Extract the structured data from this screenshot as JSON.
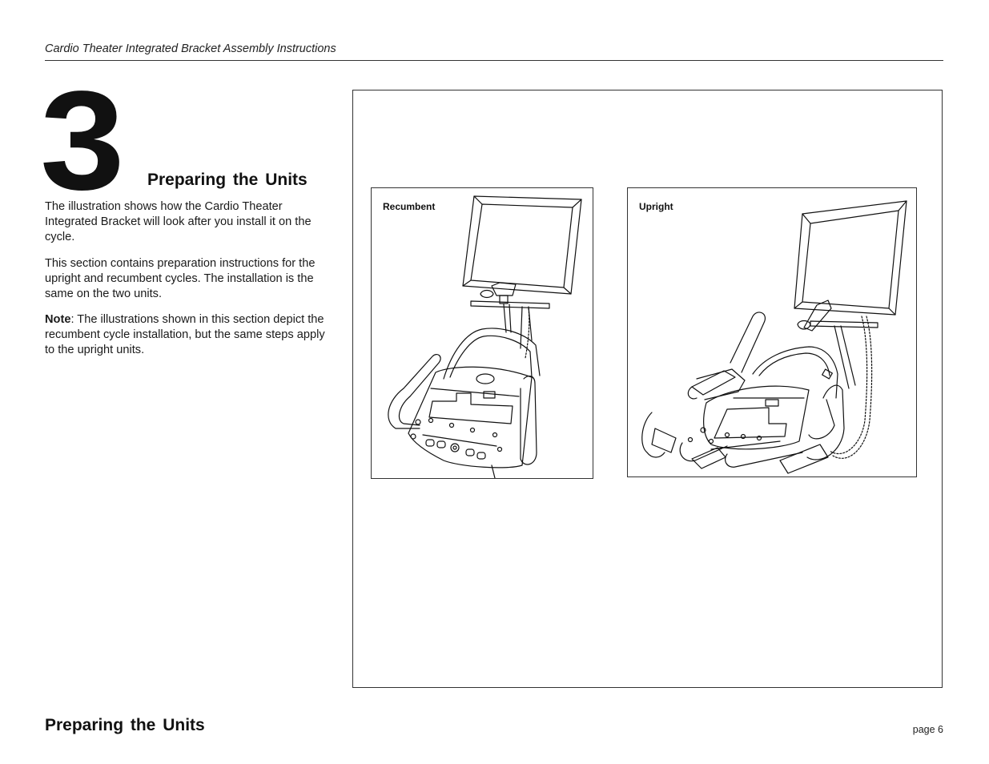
{
  "header": {
    "title": "Cardio Theater Integrated Bracket Assembly Instructions"
  },
  "section": {
    "number": "3",
    "title": "Preparing the Units"
  },
  "body": {
    "p1": "The illustration shows how the Cardio Theater Integrated Bracket will look after you install it on the cycle.",
    "p2": "This section contains preparation instructions for the upright and recumbent cycles. The installation is the same on the two units.",
    "note_label": "Note",
    "note_text": ": The illustrations shown in this section depict the recumbent cycle installation, but the same steps apply to the upright units."
  },
  "figures": {
    "recumbent_label": "Recumbent",
    "upright_label": "Upright"
  },
  "footer": {
    "title": "Preparing the Units",
    "page": "page 6"
  }
}
